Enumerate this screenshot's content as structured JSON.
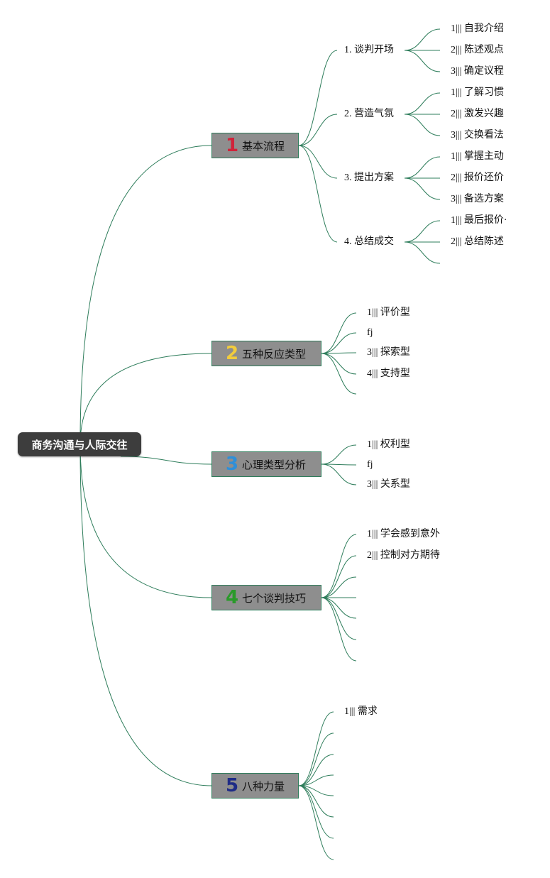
{
  "root": {
    "label": "商务沟通与人际交往"
  },
  "branches": [
    {
      "number": "1",
      "number_color": "#d0233a",
      "label": "基本流程",
      "children": [
        {
          "label": "1. 谈判开场",
          "children": [
            "1||| 自我介绍",
            "2||| 陈述观点",
            "3||| 确定议程"
          ]
        },
        {
          "label": "2. 营造气氛",
          "children": [
            "1||| 了解习惯",
            "2||| 激发兴趣",
            "3||| 交换看法"
          ]
        },
        {
          "label": "3. 提出方案",
          "children": [
            "1||| 掌握主动",
            "2||| 报价还价",
            "3||| 备选方案"
          ]
        },
        {
          "label": "4. 总结成交",
          "children": [
            "1||| 最后报价·",
            "2||| 总结陈述",
            ""
          ]
        }
      ]
    },
    {
      "number": "2",
      "number_color": "#f2cc3c",
      "label": "五种反应类型",
      "children": [
        "1||| 评价型",
        "fj",
        "3||| 探索型",
        "4||| 支持型",
        ""
      ]
    },
    {
      "number": "3",
      "number_color": "#2f8fd8",
      "label": "心理类型分析",
      "children": [
        "1||| 权利型",
        "fj",
        "3||| 关系型"
      ]
    },
    {
      "number": "4",
      "number_color": "#2a9a2a",
      "label": "七个谈判技巧",
      "children": [
        "1||| 学会感到意外",
        "2||| 控制对方期待",
        "",
        "",
        "",
        "",
        ""
      ]
    },
    {
      "number": "5",
      "number_color": "#1f2c86",
      "label": "八种力量",
      "children": [
        "1||| 需求",
        "",
        "",
        "",
        "",
        "",
        "",
        ""
      ]
    }
  ],
  "colors": {
    "connector": "#2e7d5b",
    "root_bg": "#3d3d3d",
    "branch_bg": "#8e8e8e"
  }
}
